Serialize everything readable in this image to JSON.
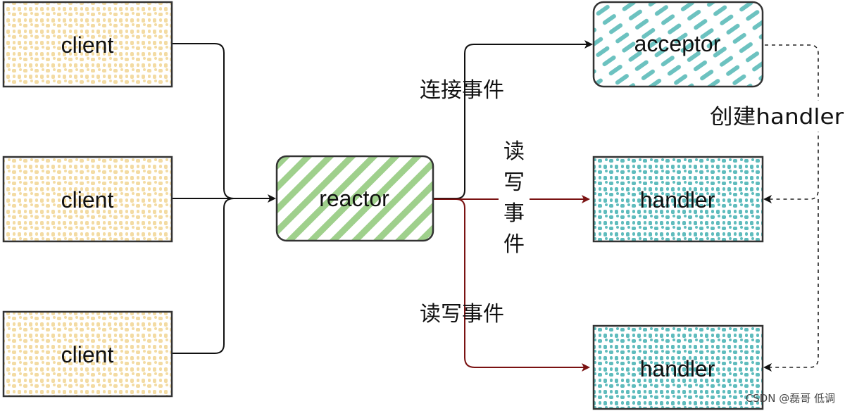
{
  "nodes": {
    "client_1": {
      "label": "client"
    },
    "client_2": {
      "label": "client"
    },
    "client_3": {
      "label": "client"
    },
    "reactor": {
      "label": "reactor"
    },
    "acceptor": {
      "label": "acceptor"
    },
    "handler_1": {
      "label": "handler"
    },
    "handler_2": {
      "label": "handler"
    }
  },
  "edges": {
    "connect_event": "连接事件",
    "rw_event_vertical": [
      "读",
      "写",
      "事",
      "件"
    ],
    "rw_event": "读写事件",
    "create_handler": "创建handler"
  },
  "watermark": "CSDN @磊哥 低调",
  "colors": {
    "client_dots": "#f3dba3",
    "reactor_stripes": "#9fd08c",
    "acceptor_stripes": "#6cc2c0",
    "handler_dots": "#5fbcbd",
    "border": "#333333",
    "red_arrow": "#7a1212",
    "black_arrow": "#111111"
  }
}
